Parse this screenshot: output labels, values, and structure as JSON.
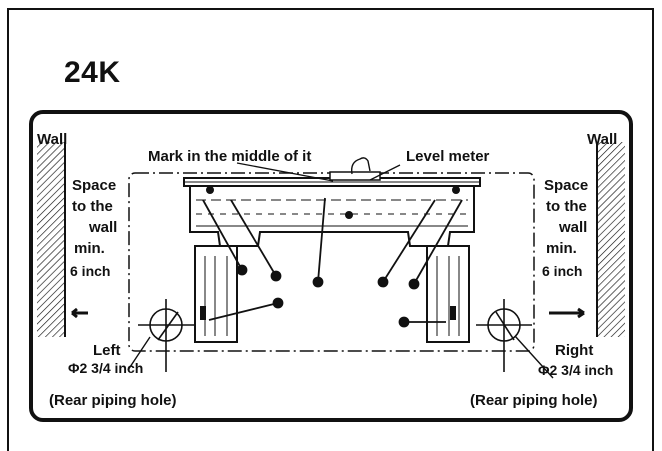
{
  "model": "24K",
  "left_wall": {
    "wall": "Wall",
    "space_lines": [
      "Space",
      "to the",
      "wall",
      "min.",
      "6 inch"
    ],
    "side": "Left",
    "hole_size": "Φ2 3/4 inch",
    "hole_label": "(Rear piping hole)"
  },
  "right_wall": {
    "wall": "Wall",
    "space_lines": [
      "Space",
      "to the",
      "wall",
      "min.",
      "6 inch"
    ],
    "side": "Right",
    "hole_size": "Φ2 3/4 inch",
    "hole_label": "(Rear piping hole)"
  },
  "callouts": {
    "mark_middle": "Mark in the middle of it",
    "level_meter": "Level meter"
  },
  "colors": {
    "ink": "#111111",
    "background": "#ffffff"
  }
}
